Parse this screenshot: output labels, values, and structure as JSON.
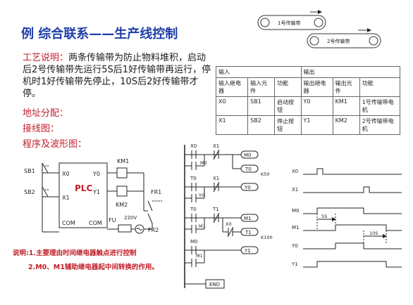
{
  "title": "例  综合联系——生产线控制",
  "conveyors": {
    "belt1": "1号传输带",
    "belt2": "2号传输带"
  },
  "description": {
    "label": "工艺说明：",
    "text": "两条传输带为防止物料堆积，启动后2号传输带先运行5S后1好传输带再运行，停机时1好传输带先停止，10S后2好传输带才停。"
  },
  "sections": {
    "address": "地址分配：",
    "wiring": "接线图：",
    "program": "程序及波形图："
  },
  "io_table": {
    "input_header": "输入",
    "output_header": "输出",
    "col_headers": [
      "输入继电器",
      "输入元件",
      "功能",
      "输出继电器",
      "输出元件",
      "功能"
    ],
    "rows": [
      [
        "X0",
        "SB1",
        "启动按钮",
        "Y0",
        "KM1",
        "1号传输带电机"
      ],
      [
        "X1",
        "SB2",
        "停止按钮",
        "Y1",
        "KM2",
        "2号传输带电机"
      ]
    ]
  },
  "wiring": {
    "sb1": "SB1",
    "sb2": "SB2",
    "x0": "X0",
    "x1": "X1",
    "plc": "PLC",
    "y0": "Y0",
    "y1": "Y1",
    "com_left": "COM",
    "com_right": "COM",
    "km1": "KM1",
    "km2": "KM2",
    "fu": "FU",
    "voltage": "220V",
    "fr1": "FR1",
    "fr2": "FR2"
  },
  "ladder": {
    "r1_x0": "X0",
    "r1_x1": "X1",
    "r1_m0": "M0",
    "r1_t0": "T0",
    "r1_k": "K50",
    "r2_m0": "M0",
    "r3_t0": "T0",
    "r3_x1": "X1",
    "r3_y0": "Y0",
    "r4_y0": "Y0",
    "r5_t0": "T0",
    "r5_t1": "T1",
    "r5_m1": "M1",
    "r5_x0": "X0",
    "r5_t1c": "T1",
    "r5_k": "K100",
    "r6_m1": "M1",
    "r7_m0": "M0",
    "r7_y1": "Y1",
    "r8_m1": "M1",
    "end": "END"
  },
  "timing": {
    "labels": [
      "X0",
      "X1",
      "M0",
      "M1",
      "Y0",
      "Y1"
    ],
    "delay1": "5S",
    "delay2": "10S"
  },
  "notes": {
    "line1": "说明:1.主要理由时间继电器触点进行控制",
    "line2": "2.M0、M1辅助继电器起中间转换的作用。"
  },
  "colors": {
    "title": "#1f3fa8",
    "accent": "#c0202a",
    "line": "#222222"
  }
}
